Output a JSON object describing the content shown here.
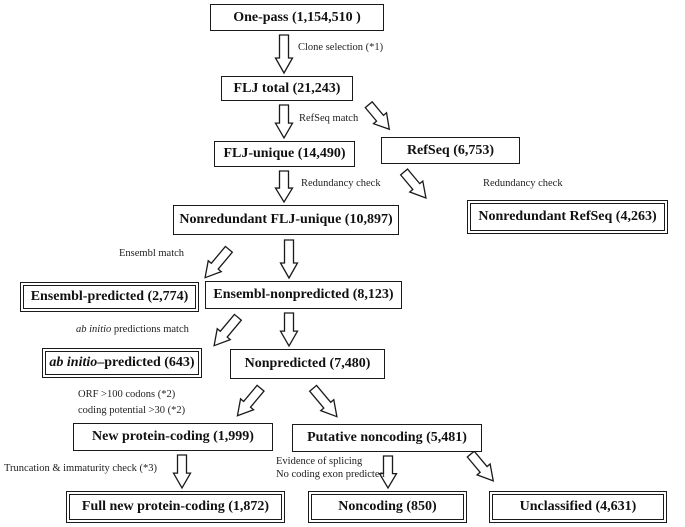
{
  "boxes": {
    "one_pass": "One-pass (1,154,510 )",
    "flj_total": "FLJ total (21,243)",
    "flj_unique": "FLJ-unique (14,490)",
    "refseq": "RefSeq (6,753)",
    "nonredundant_flj_unique": "Nonredundant FLJ-unique (10,897)",
    "nonredundant_refseq": "Nonredundant RefSeq (4,263)",
    "ensembl_predicted": "Ensembl-predicted (2,774)",
    "ensembl_nonpredicted": "Ensembl-nonpredicted (8,123)",
    "ab_initio_predicted_italic": "ab initio",
    "ab_initio_predicted_rest": "–predicted (643)",
    "nonpredicted": "Nonpredicted (7,480)",
    "new_protein_coding": "New protein-coding (1,999)",
    "putative_noncoding": "Putative noncoding (5,481)",
    "full_new_protein_coding": "Full new protein-coding (1,872)",
    "noncoding": "Noncoding (850)",
    "unclassified": "Unclassified (4,631)"
  },
  "labels": {
    "clone_selection": "Clone selection (*1)",
    "refseq_match": "RefSeq match",
    "redundancy_check_left": "Redundancy check",
    "redundancy_check_right": "Redundancy check",
    "ensembl_match": "Ensembl match",
    "ab_initio_match_italic": "ab initio",
    "ab_initio_match_rest": " predictions match",
    "orf_codons": "ORF >100 codons (*2)",
    "coding_potential": "coding potential >30 (*2)",
    "truncation_check": "Truncation & immaturity check (*3)",
    "evidence_splicing": "Evidence of splicing",
    "no_coding_exon": "No coding exon predicted"
  }
}
